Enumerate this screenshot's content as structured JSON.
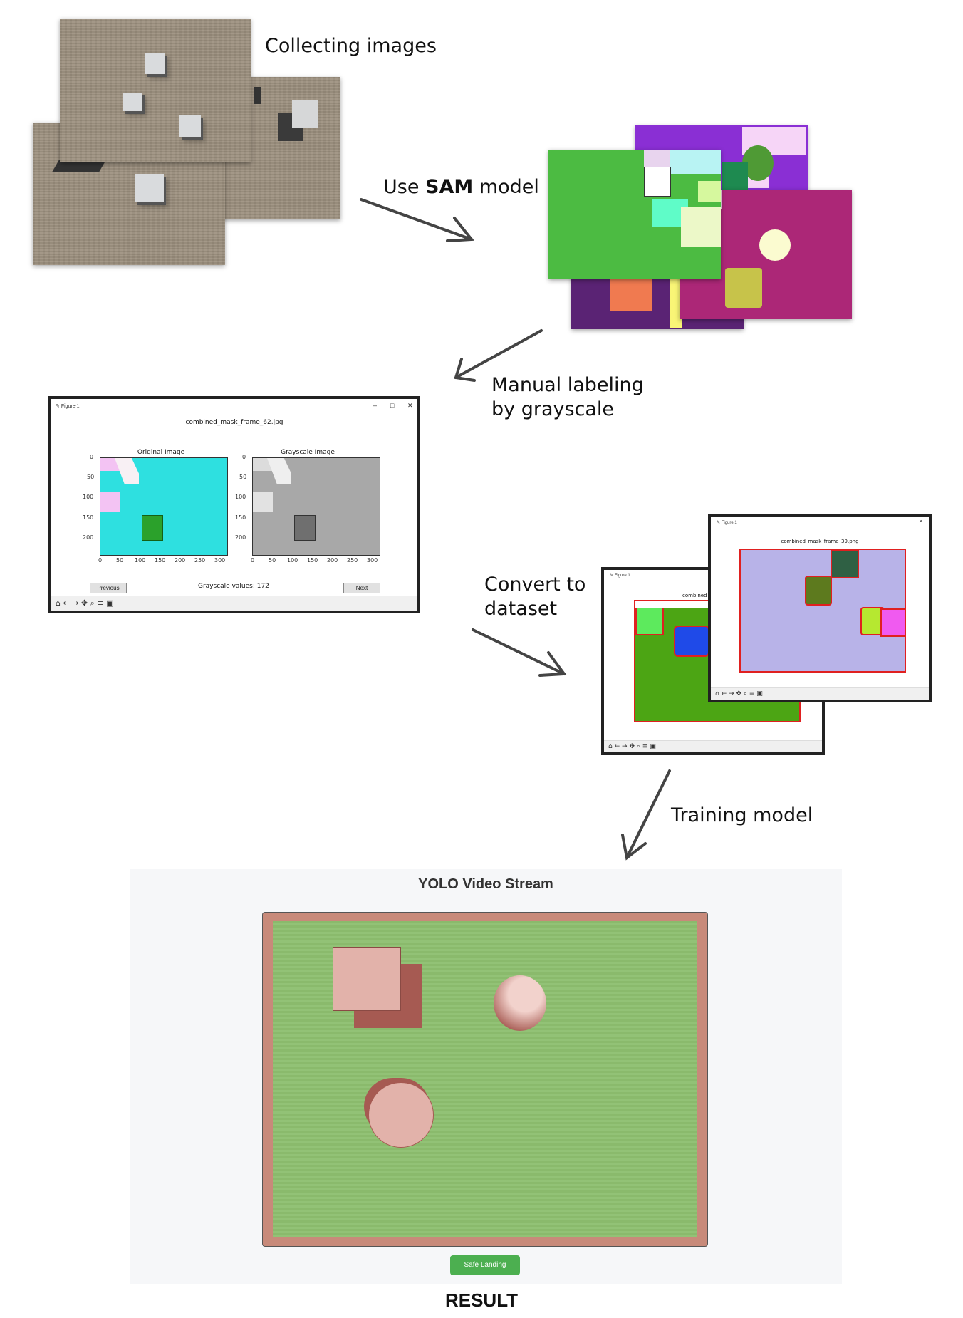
{
  "captions": {
    "collect": "Collecting images",
    "sam_prefix": "Use ",
    "sam_bold": "SAM",
    "sam_suffix": " model",
    "manual_line1": "Manual labeling",
    "manual_line2": "by grayscale",
    "convert_line1": "Convert to",
    "convert_line2": "dataset",
    "training": "Training model",
    "result": "RESULT"
  },
  "labeling_window": {
    "window_title": "Figure 1",
    "filename": "combined_mask_frame_62.jpg",
    "left_title": "Original Image",
    "right_title": "Grayscale Image",
    "y_ticks": [
      "0",
      "50",
      "100",
      "150",
      "200"
    ],
    "x_ticks": [
      "0",
      "50",
      "100",
      "150",
      "200",
      "250",
      "300"
    ],
    "prev_label": "Previous",
    "next_label": "Next",
    "status": "Grayscale values: 172"
  },
  "dataset_windows": {
    "back_title": "Figure 1",
    "back_filename_partial": "combined_m",
    "front_title": "Figure 1",
    "front_filename": "combined_mask_frame_39.png"
  },
  "stream": {
    "title": "YOLO Video Stream",
    "button_label": "Safe Landing"
  },
  "colors": {
    "sam_green": "#4cbb42",
    "sam_purple": "#8a2fd4",
    "sam_magenta": "#ac2777",
    "cyan": "#2ee0e0",
    "lavender": "#b8b3e8",
    "dataset_green": "#4ca514",
    "grass": "#8ec070",
    "frame": "#c88a7a",
    "button_green": "#4caf50",
    "arrow": "#444444"
  },
  "icons": [
    "window-minimize-icon",
    "window-maximize-icon",
    "window-close-icon",
    "home-icon",
    "back-icon",
    "forward-icon",
    "pan-icon",
    "zoom-icon",
    "configure-icon",
    "save-icon"
  ]
}
